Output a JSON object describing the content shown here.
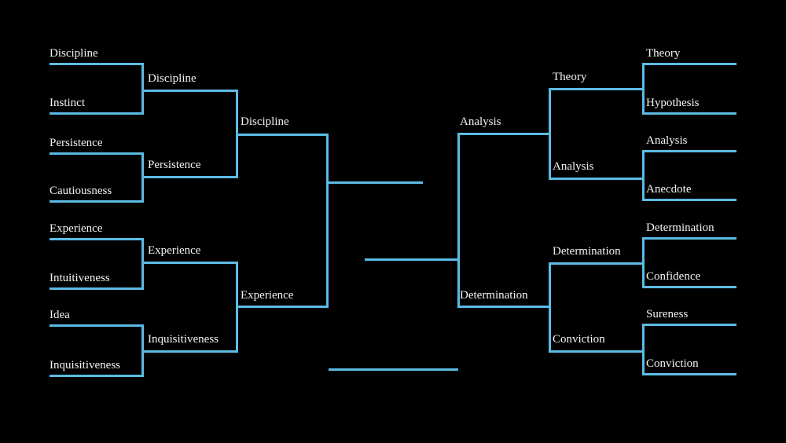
{
  "meta": {
    "title": "Tournament Bracket",
    "background_color": "#000000",
    "line_color": "#5BBCE4",
    "text_color": "#F2F2F2"
  },
  "chart_data": {
    "type": "diagram",
    "subtype": "double-sided tournament bracket",
    "title": "",
    "left_half": {
      "rounds": [
        {
          "name": "round-1",
          "entries": [
            "Discipline",
            "Instinct",
            "Persistence",
            "Cautiousness",
            "Experience",
            "Intuitiveness",
            "Idea",
            "Inquisitiveness"
          ]
        },
        {
          "name": "round-2",
          "entries": [
            "Discipline",
            "Persistence",
            "Experience",
            "Inquisitiveness"
          ]
        },
        {
          "name": "round-3",
          "entries": [
            "Discipline",
            "Experience"
          ]
        }
      ]
    },
    "right_half": {
      "rounds": [
        {
          "name": "round-1",
          "entries": [
            "Theory",
            "Hypothesis",
            "Analysis",
            "Anecdote",
            "Determination",
            "Confidence",
            "Sureness",
            "Conviction"
          ]
        },
        {
          "name": "round-2",
          "entries": [
            "Theory",
            "Analysis",
            "Determination",
            "Conviction"
          ]
        },
        {
          "name": "round-3",
          "entries": [
            "Analysis",
            "Determination"
          ]
        }
      ]
    }
  },
  "left": {
    "r1": {
      "m1": {
        "top": "Discipline",
        "bottom": "Instinct"
      },
      "m2": {
        "top": "Persistence",
        "bottom": "Cautiousness"
      },
      "m3": {
        "top": "Experience",
        "bottom": "Intuitiveness"
      },
      "m4": {
        "top": "Idea",
        "bottom": "Inquisitiveness"
      }
    },
    "r2": {
      "m1": {
        "top": "Discipline",
        "bottom": "Persistence"
      },
      "m2": {
        "top": "Experience",
        "bottom": "Inquisitiveness"
      }
    },
    "r3": {
      "m1": {
        "top": "Discipline",
        "bottom": "Experience"
      }
    }
  },
  "right": {
    "r1": {
      "m1": {
        "top": "Theory",
        "bottom": "Hypothesis"
      },
      "m2": {
        "top": "Analysis",
        "bottom": "Anecdote"
      },
      "m3": {
        "top": "Determination",
        "bottom": "Confidence"
      },
      "m4": {
        "top": "Sureness",
        "bottom": "Conviction"
      }
    },
    "r2": {
      "m1": {
        "top": "Theory",
        "bottom": "Analysis"
      },
      "m2": {
        "top": "Determination",
        "bottom": "Conviction"
      }
    },
    "r3": {
      "m1": {
        "top": "Analysis",
        "bottom": "Determination"
      }
    }
  }
}
